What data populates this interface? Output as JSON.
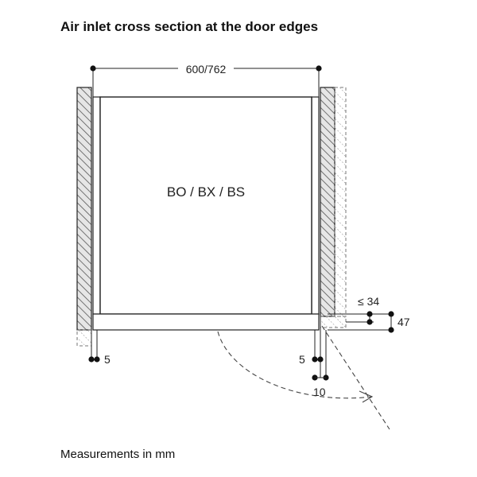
{
  "title": "Air inlet cross section at the door edges",
  "footnote": "Measurements in mm",
  "appliance_label": "BO / BX / BS",
  "dimensions": {
    "width": "600/762",
    "left_gap": "5",
    "right_gap": "5",
    "door_offset": "10",
    "top_depth": "≤ 34",
    "total_depth": "47"
  },
  "colors": {
    "line": "#222222",
    "hatch_fill": "#e6e6e6",
    "dashed": "#444444"
  }
}
